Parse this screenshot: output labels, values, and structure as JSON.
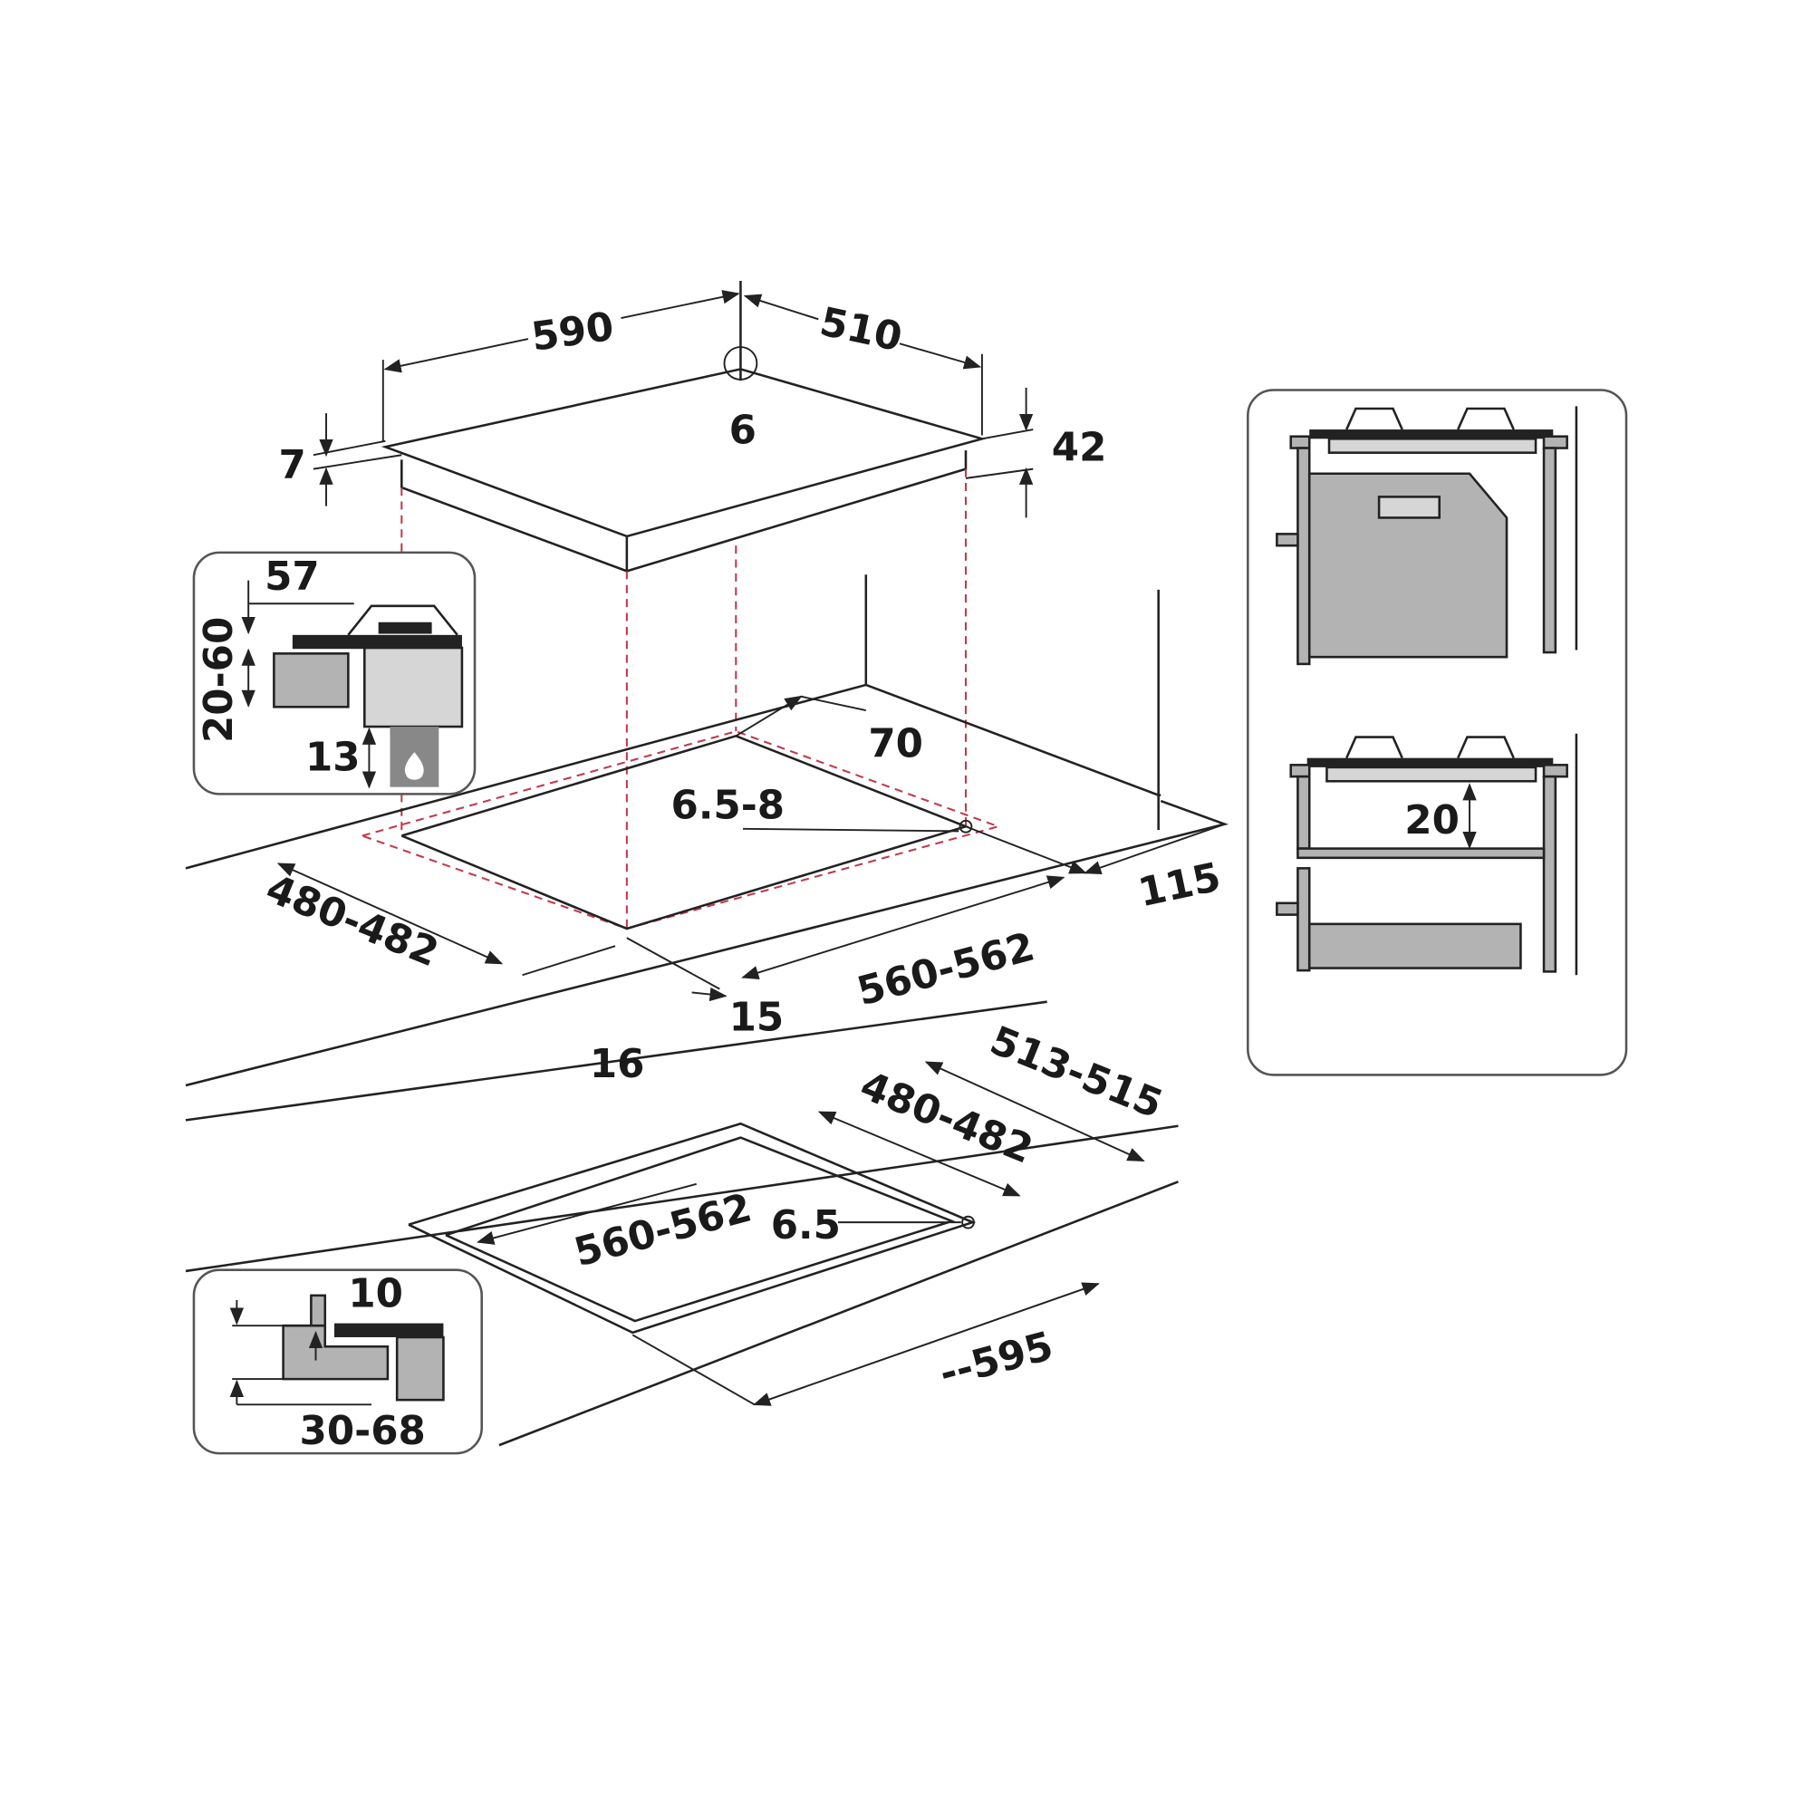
{
  "hob_dimensions": {
    "width": "590",
    "depth": "510",
    "corner_radius": "6",
    "glass_thickness": "7",
    "body_height": "42"
  },
  "cutout_top_view": {
    "rear_clearance": "70",
    "corner_radius": "6.5-8",
    "side_clearance": "115",
    "depth": "480-482",
    "width": "560-562",
    "front_gap": "15",
    "front_clearance": "16"
  },
  "detail_burner": {
    "height": "57",
    "range": "20-60",
    "gas_clearance": "13",
    "icon": "gas-flame-icon"
  },
  "flush_cutout": {
    "outer_depth": "513-515",
    "inner_depth": "480-482",
    "inner_width": "560-562",
    "corner_radius": "6.5",
    "outer_width": "--595"
  },
  "detail_flush": {
    "rebate": "10",
    "worktop": "30-68"
  },
  "side_panel": {
    "gap": "20"
  }
}
